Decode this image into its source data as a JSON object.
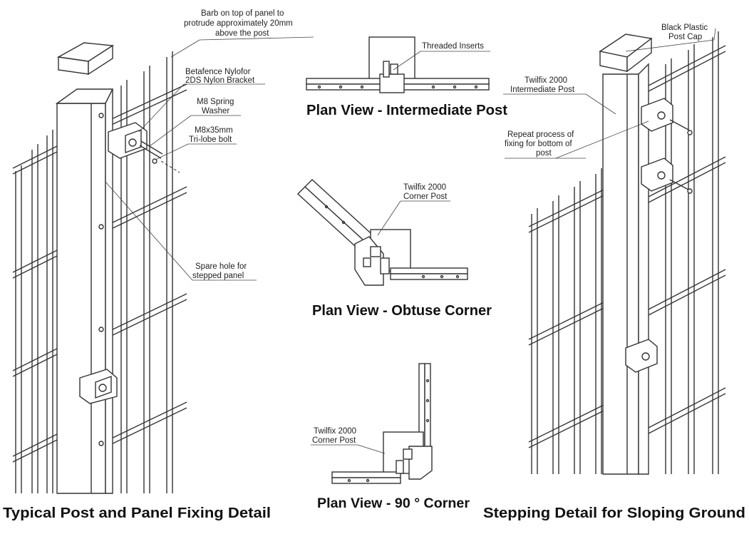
{
  "labels": {
    "barb": [
      "Barb on top of panel to",
      "protrude approximately 20mm",
      "above the post"
    ],
    "bracket": [
      "Betafence Nylofor",
      "2DS Nylon  Bracket"
    ],
    "washer": [
      "M8 Spring",
      "Washer"
    ],
    "bolt": [
      "M8x35mm",
      "Tri-lobe bolt"
    ],
    "spare_hole": [
      "Spare hole for",
      "stepped panel"
    ],
    "threaded_inserts": "Threaded Inserts",
    "corner_post_obtuse": [
      "Twilfix 2000",
      "Corner Post"
    ],
    "corner_post_90": [
      "Twilfix 2000",
      "Corner Post"
    ],
    "post_cap": [
      "Black Plastic",
      "Post Cap"
    ],
    "intermediate_post": [
      "Twilfix 2000",
      "Intermediate Post"
    ],
    "repeat_process": [
      "Repeat process of",
      "fixing for bottom of",
      "post"
    ]
  },
  "titles": {
    "plan_intermediate": "Plan View - Intermediate Post",
    "plan_obtuse": "Plan View - Obtuse Corner",
    "plan_90": "Plan View - 90 ° Corner",
    "typical": "Typical Post and Panel Fixing Detail",
    "stepping": "Stepping Detail for Sloping Ground"
  }
}
